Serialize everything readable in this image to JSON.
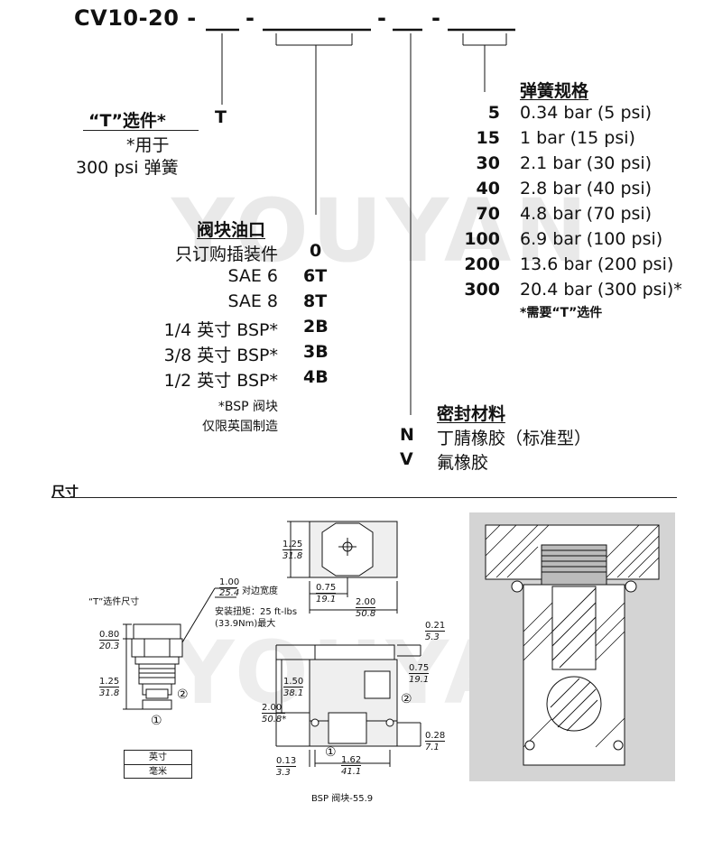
{
  "model": {
    "title": "CV10-20 -",
    "dash1": "-",
    "dash2": "-",
    "dash3": "-"
  },
  "t_option": {
    "heading": "“T”选件*",
    "code": "T",
    "note_line1": "*用于",
    "note_line2": "300 psi 弹簧"
  },
  "ports": {
    "heading": "阀块油口",
    "items": [
      {
        "label": "只订购插装件",
        "code": "0"
      },
      {
        "label": "SAE 6",
        "code": "6T"
      },
      {
        "label": "SAE 8",
        "code": "8T"
      },
      {
        "label": "1/4 英寸 BSP*",
        "code": "2B"
      },
      {
        "label": "3/8 英寸 BSP*",
        "code": "3B"
      },
      {
        "label": "1/2 英寸 BSP*",
        "code": "4B"
      }
    ],
    "note_line1": "*BSP 阀块",
    "note_line2": "仅限英国制造"
  },
  "seals": {
    "heading": "密封材料",
    "items": [
      {
        "code": "N",
        "label": "丁腈橡胶（标准型）"
      },
      {
        "code": "V",
        "label": "氟橡胶"
      }
    ]
  },
  "springs": {
    "heading": "弹簧规格",
    "items": [
      {
        "code": "5",
        "label": "0.34 bar (5 psi)"
      },
      {
        "code": "15",
        "label": "1 bar (15 psi)"
      },
      {
        "code": "30",
        "label": "2.1 bar (30 psi)"
      },
      {
        "code": "40",
        "label": "2.8 bar (40 psi)"
      },
      {
        "code": "70",
        "label": "4.8 bar (70 psi)"
      },
      {
        "code": "100",
        "label": "6.9 bar (100 psi)"
      },
      {
        "code": "200",
        "label": "13.6 bar (200 psi)"
      },
      {
        "code": "300",
        "label": "20.4 bar (300 psi)*"
      }
    ],
    "note": "*需要“T”选件"
  },
  "watermark": "YOUYAN",
  "dimensions": {
    "heading": "尺寸",
    "t_option_size": "“T”选件尺寸",
    "hex_in": "1.00",
    "hex_mm": "25.4",
    "hex_label": "对边宽度",
    "torque_line1": "安装扭矩：25 ft-lbs",
    "torque_line2": "(33.9Nm)最大",
    "cap_in": "0.80",
    "cap_mm": "20.3",
    "body_in": "1.25",
    "body_mm": "31.8",
    "port1": "①",
    "port2": "②",
    "top_height_in": "1.25",
    "top_height_mm": "31.8",
    "top_offset_in": "0.75",
    "top_offset_mm": "19.1",
    "top_width_in": "2.00",
    "top_width_mm": "50.8",
    "right_top_in": "0.21",
    "right_top_mm": "5.3",
    "side_port_in": "0.75",
    "side_port_mm": "19.1",
    "front_upper_in": "1.50",
    "front_upper_mm": "38.1",
    "front_total_in": "2.00",
    "front_total_mm": "50.8*",
    "right_bottom_in": "0.28",
    "right_bottom_mm": "7.1",
    "bottom_left_in": "0.13",
    "bottom_left_mm": "3.3",
    "bottom_mid_in": "1.62",
    "bottom_mid_mm": "41.1",
    "unit_in": "英寸",
    "unit_mm": "毫米",
    "caption": "BSP 阀块-55.9"
  }
}
